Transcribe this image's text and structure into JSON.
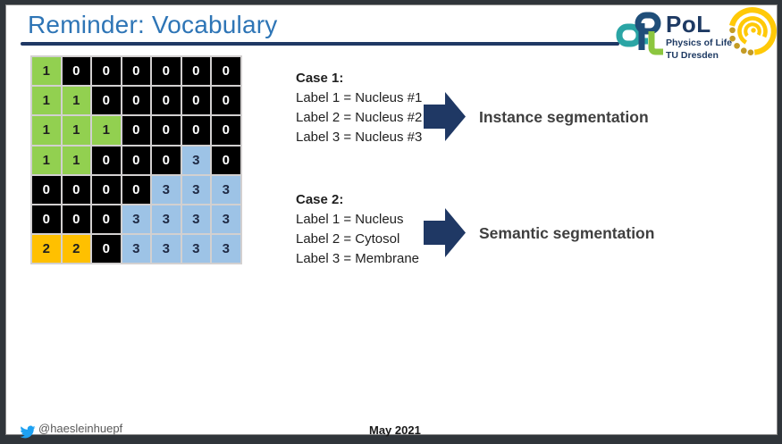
{
  "slide": {
    "title": "Reminder: Vocabulary",
    "title_color": "#2E75B6",
    "underline_color": "#1F3864"
  },
  "grid": {
    "rows": [
      [
        1,
        0,
        0,
        0,
        0,
        0,
        0
      ],
      [
        1,
        1,
        0,
        0,
        0,
        0,
        0
      ],
      [
        1,
        1,
        1,
        0,
        0,
        0,
        0
      ],
      [
        1,
        1,
        0,
        0,
        0,
        3,
        0
      ],
      [
        0,
        0,
        0,
        0,
        3,
        3,
        3
      ],
      [
        0,
        0,
        0,
        3,
        3,
        3,
        3
      ],
      [
        2,
        2,
        0,
        3,
        3,
        3,
        3
      ]
    ],
    "color_map": {
      "0": "#000000",
      "1": "#92D050",
      "2": "#FFC000",
      "3": "#9DC3E6"
    },
    "text_color_map": {
      "0": "#FFFFFF",
      "1": "#1f1f1f",
      "2": "#1f1f1f",
      "3": "#1f2a44"
    },
    "line_color": "#D2D0D0"
  },
  "cases": [
    {
      "heading": "Case 1:",
      "labels": [
        "Label 1 = Nucleus #1",
        "Label 2 = Nucleus #2",
        "Label 3 = Nucleus #3"
      ],
      "result": "Instance segmentation"
    },
    {
      "heading": "Case 2:",
      "labels": [
        "Label 1 = Nucleus",
        "Label 2 = Cytosol",
        "Label 3 = Membrane"
      ],
      "result": "Semantic segmentation"
    }
  ],
  "arrow_color": "#1F3864",
  "logos": {
    "pol": {
      "word": "PoL",
      "line1": "Physics of Life",
      "line2": "TU Dresden",
      "text_color": "#1E3A63",
      "teal": "#2AA5A5",
      "navy": "#1F4E79",
      "green": "#8CC63F"
    },
    "yellow_badge": {
      "ring_color": "#FFC907",
      "dot_color": "#C49B25"
    }
  },
  "footer": {
    "twitter_handle": "@haesleinhuepf",
    "twitter_color": "#1DA1F2",
    "date": "May 2021"
  }
}
